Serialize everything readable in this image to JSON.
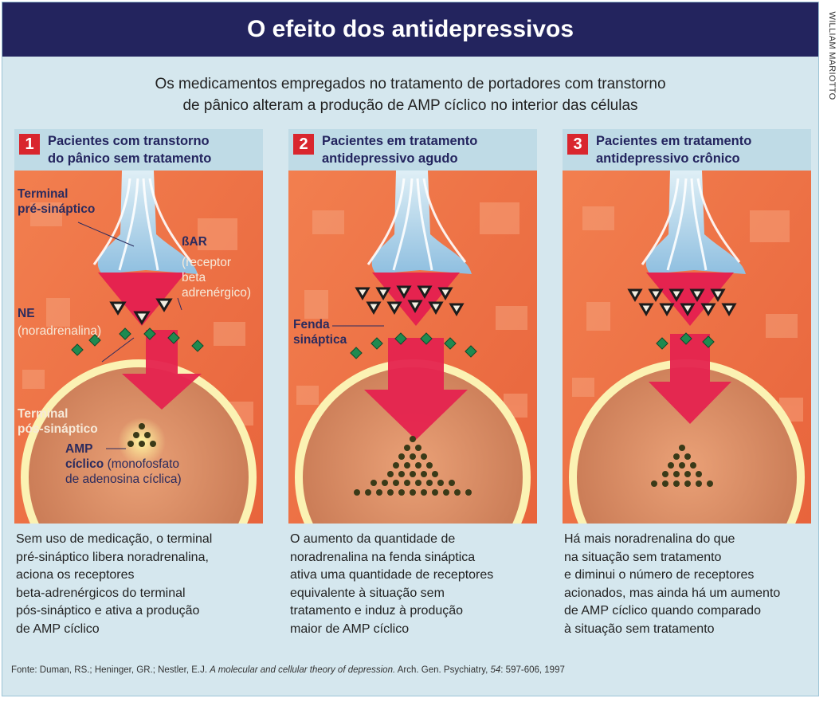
{
  "title": "O efeito dos antidepressivos",
  "credit": "WILLIAM MARIOTTO",
  "intro": {
    "line1": "Os medicamentos empregados no tratamento de portadores com transtorno",
    "line2": "de pânico alteram a produção de AMP cíclico no interior das células"
  },
  "panels": [
    {
      "number": "1",
      "heading_line1": "Pacientes com transtorno",
      "heading_line2": "do pânico sem tratamento",
      "description": [
        "Sem uso de medicação, o terminal",
        "pré-sináptico libera noradrenalina,",
        "aciona os receptores",
        "beta-adrenérgicos do terminal",
        "pós-sináptico e ativa a produção",
        "de AMP cíclico"
      ]
    },
    {
      "number": "2",
      "heading_line1": "Pacientes em tratamento",
      "heading_line2": "antidepressivo agudo",
      "description": [
        "O aumento da quantidade de",
        "noradrenalina na fenda sináptica",
        "ativa uma quantidade de receptores",
        "equivalente à situação sem",
        "tratamento e induz à produção",
        "maior de AMP cíclico"
      ]
    },
    {
      "number": "3",
      "heading_line1": "Pacientes em tratamento",
      "heading_line2": "antidepressivo crônico",
      "description": [
        "Há mais noradrenalina do que",
        "na situação sem tratamento",
        "e diminui o número de receptores",
        "acionados, mas ainda há um aumento",
        "de AMP cíclico quando comparado",
        "à situação sem tratamento"
      ]
    }
  ],
  "labels": {
    "terminal_pre_1": "Terminal",
    "terminal_pre_2": "pré-sináptico",
    "bar": "ßAR",
    "bar_desc_1": "(receptor",
    "bar_desc_2": "beta",
    "bar_desc_3": "adrenérgico)",
    "ne": "NE",
    "ne_desc": "(noradrenalina)",
    "terminal_pos_1": "Terminal",
    "terminal_pos_2": "pós-sináptico",
    "amp": "AMP",
    "amp_line2_bold": "cíclico",
    "amp_line2_rest": "(monofosfato",
    "amp_line3": "de adenosina cíclica)",
    "fenda_1": "Fenda",
    "fenda_2": "sináptica"
  },
  "source": {
    "prefix": "Fonte: Duman, RS.; Heninger, GR.; Nestler, E.J. ",
    "title": "A molecular and cellular theory of depression.",
    "journal": " Arch. Gen. Psychiatry, ",
    "volume": "54",
    "rest": ": 597-606, 1997"
  },
  "colors": {
    "title_bar": "#23245e",
    "background": "#d5e7ee",
    "panel_header": "#bfdbe6",
    "badge": "#d9262e",
    "tissue": "#ef7c4a",
    "arrow": "#e5234f",
    "receptor": "#1f8a50",
    "ne_triangle": "#1c1c1c",
    "amp_dot": "#3a3a18"
  }
}
